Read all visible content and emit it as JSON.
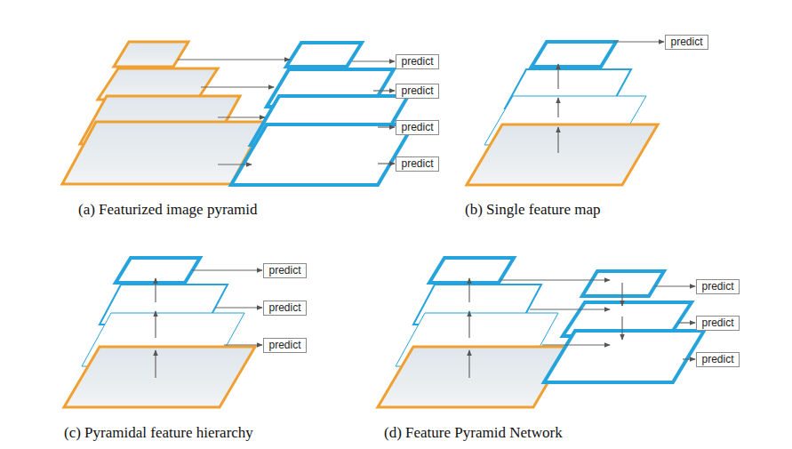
{
  "diagram": {
    "nodes": [
      {
        "text": [
          "predict"
        ]
      },
      {
        "text": [
          "predict"
        ]
      },
      {
        "text": [
          "predict"
        ]
      },
      {
        "text": [
          "predict"
        ]
      },
      {
        "text": [
          "predict"
        ]
      },
      {
        "text": [
          "predict"
        ]
      },
      {
        "text": [
          "predict"
        ]
      },
      {
        "text": [
          "predict"
        ]
      },
      {
        "text": [
          "predict"
        ]
      },
      {
        "text": [
          "predict"
        ]
      },
      {
        "text": [
          "predict"
        ]
      }
    ],
    "labels": [
      "(a) Featurized image pyramid",
      "(b) Single feature map",
      "(c) Pyramidal feature hierarchy",
      "(d) Feature Pyramid Network"
    ]
  }
}
